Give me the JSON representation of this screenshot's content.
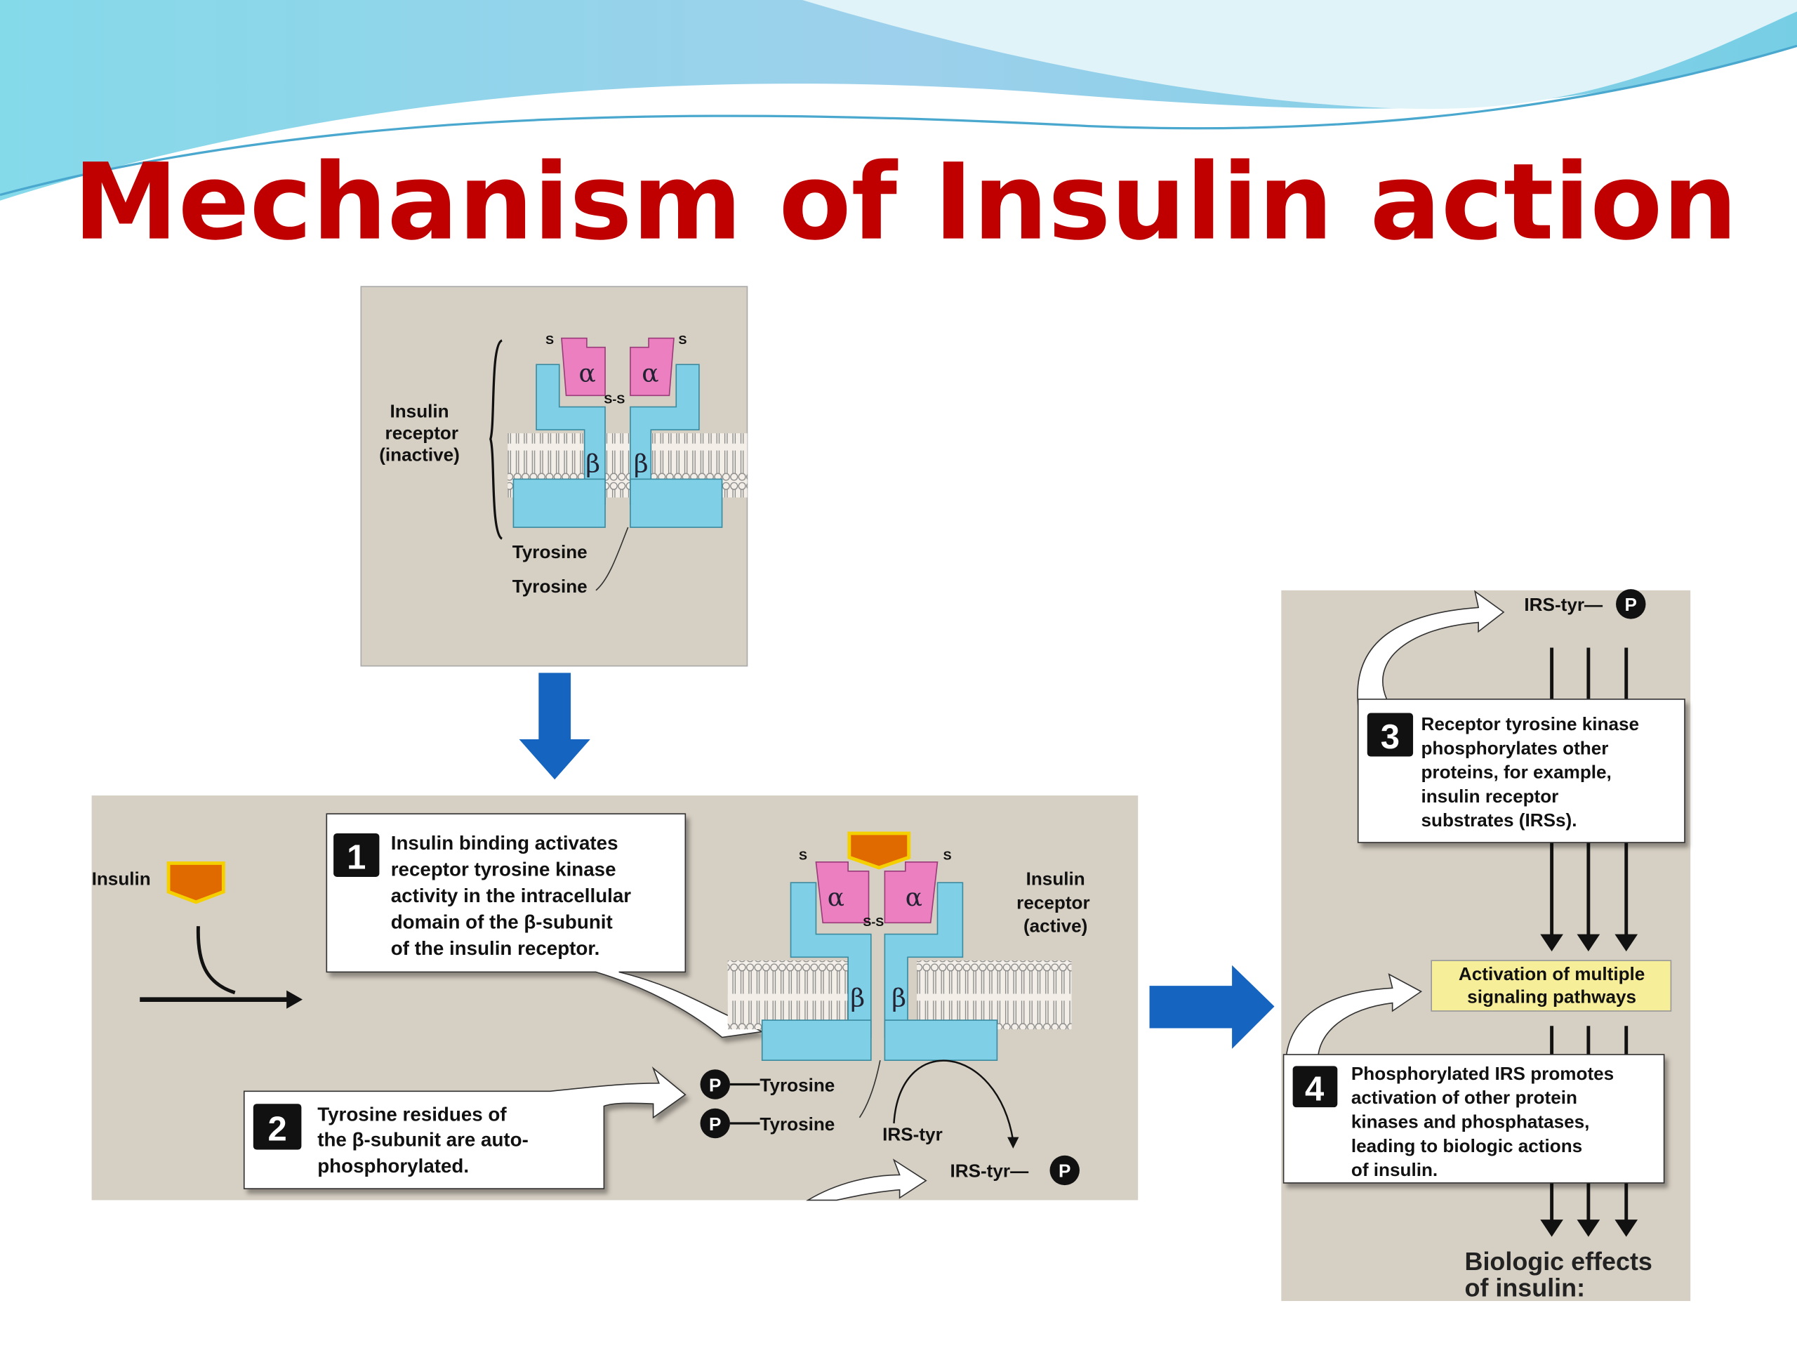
{
  "slide": {
    "title": "Mechanism of Insulin action",
    "colors": {
      "title": "#c00000",
      "arrow": "#1565c0",
      "panel": "#d6cfc3",
      "receptor_beta": "#7fd0e6",
      "receptor_alpha": "#ec7fc0",
      "insulin": "#e06a00",
      "highlight_box": "#f7ee9a"
    }
  },
  "panel_inactive": {
    "label": [
      "Insulin",
      "receptor",
      "(inactive)"
    ],
    "alpha": "α",
    "beta": "β",
    "ss": "S-S",
    "s": "S",
    "tyrosine": [
      "Tyrosine",
      "Tyrosine"
    ]
  },
  "panel_active": {
    "insulin_label": "Insulin",
    "receptor_label": [
      "Insulin",
      "receptor",
      "(active)"
    ],
    "step1": {
      "number": "1",
      "lines": [
        "Insulin binding activates",
        "receptor tyrosine kinase",
        "activity in the intracellular",
        "domain of the β-subunit",
        "of the insulin receptor."
      ]
    },
    "step2": {
      "number": "2",
      "lines": [
        "Tyrosine residues of",
        "the β-subunit are auto-",
        "phosphorylated."
      ]
    },
    "p": "P",
    "tyrosine": [
      "Tyrosine",
      "Tyrosine"
    ],
    "irs_tyr": "IRS-tyr",
    "irs_tyr_p": "IRS-tyr—",
    "alpha": "α",
    "beta": "β",
    "ss": "S-S",
    "s": "S"
  },
  "panel_signaling": {
    "irs_tyr_p": "IRS-tyr—",
    "p": "P",
    "step3": {
      "number": "3",
      "lines": [
        "Receptor tyrosine kinase",
        "phosphorylates other",
        "proteins, for example,",
        "insulin receptor",
        "substrates (IRSs)."
      ]
    },
    "pathways": [
      "Activation of multiple",
      "signaling pathways"
    ],
    "step4": {
      "number": "4",
      "lines": [
        "Phosphorylated IRS promotes",
        "activation of other protein",
        "kinases and phosphatases,",
        "leading to biologic actions",
        "of insulin."
      ]
    },
    "effects": [
      "Biologic effects",
      "of insulin:"
    ]
  },
  "icons": {
    "down_arrow": "arrow-down-icon",
    "right_arrow": "arrow-right-icon"
  }
}
